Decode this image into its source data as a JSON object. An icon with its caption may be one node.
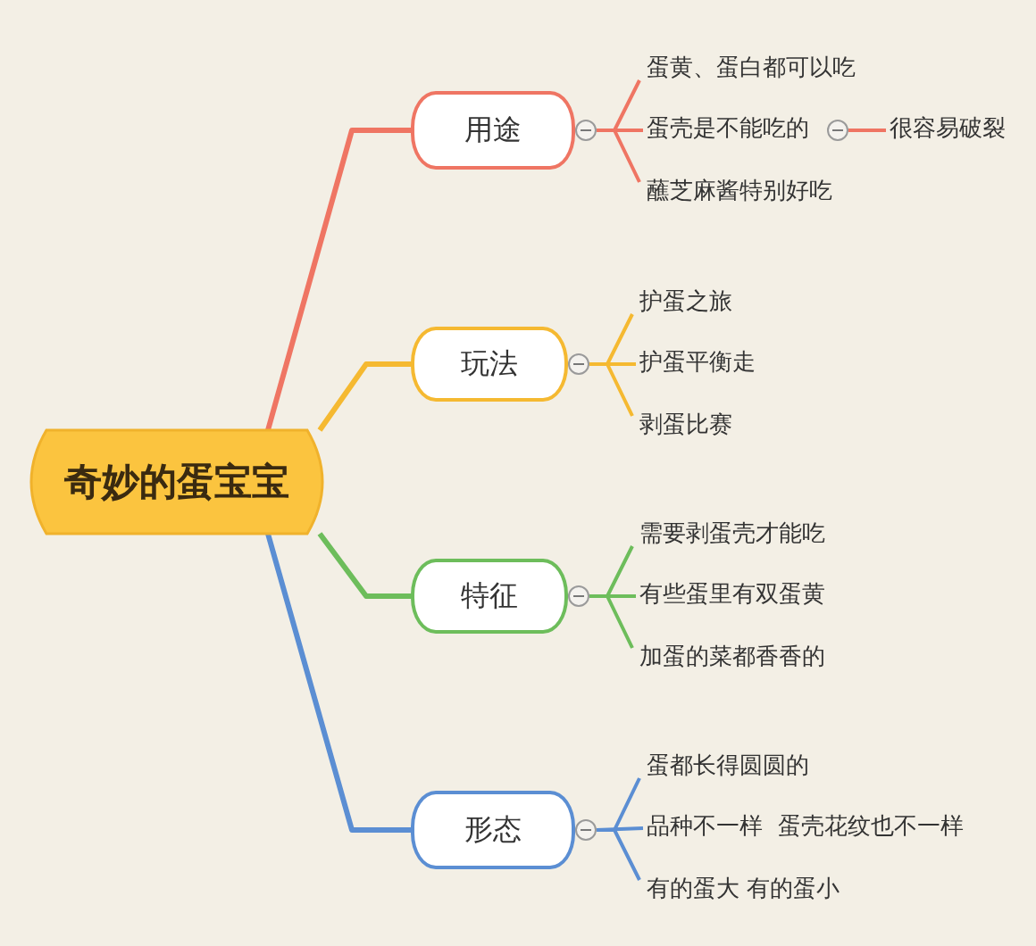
{
  "diagram": {
    "nodes": [
      {
        "text": [
          "奇妙的蛋宝宝"
        ]
      },
      {
        "text": [
          "用途"
        ]
      },
      {
        "text": [
          "蛋黄、蛋白都可以吃"
        ]
      },
      {
        "text": [
          "蛋壳是不能吃的"
        ]
      },
      {
        "text": [
          "很容易破裂"
        ]
      },
      {
        "text": [
          "蘸芝麻酱特别好吃"
        ]
      },
      {
        "text": [
          "玩法"
        ]
      },
      {
        "text": [
          "护蛋之旅"
        ]
      },
      {
        "text": [
          "护蛋平衡走"
        ]
      },
      {
        "text": [
          "剥蛋比赛"
        ]
      },
      {
        "text": [
          "特征"
        ]
      },
      {
        "text": [
          "需要剥蛋壳才能吃"
        ]
      },
      {
        "text": [
          "有些蛋里有双蛋黄"
        ]
      },
      {
        "text": [
          "加蛋的菜都香香的"
        ]
      },
      {
        "text": [
          "形态"
        ]
      },
      {
        "text": [
          "蛋都长得圆圆的"
        ]
      },
      {
        "text": [
          "品种不一样  蛋壳花纹也不一样"
        ]
      },
      {
        "text": [
          "有的蛋大 有的蛋小"
        ]
      }
    ],
    "edges": [
      {
        "from": 0,
        "to": 1,
        "arrow": "none",
        "color": "#ef7563"
      },
      {
        "from": 1,
        "to": 2,
        "arrow": "none",
        "color": "#ef7563"
      },
      {
        "from": 1,
        "to": 3,
        "arrow": "none",
        "color": "#ef7563"
      },
      {
        "from": 3,
        "to": 4,
        "arrow": "none",
        "color": "#ef7563"
      },
      {
        "from": 1,
        "to": 5,
        "arrow": "none",
        "color": "#ef7563"
      },
      {
        "from": 0,
        "to": 6,
        "arrow": "none",
        "color": "#f5b931"
      },
      {
        "from": 6,
        "to": 7,
        "arrow": "none",
        "color": "#f5b931"
      },
      {
        "from": 6,
        "to": 8,
        "arrow": "none",
        "color": "#f5b931"
      },
      {
        "from": 6,
        "to": 9,
        "arrow": "none",
        "color": "#f5b931"
      },
      {
        "from": 0,
        "to": 10,
        "arrow": "none",
        "color": "#6dbd5b"
      },
      {
        "from": 10,
        "to": 11,
        "arrow": "none",
        "color": "#6dbd5b"
      },
      {
        "from": 10,
        "to": 12,
        "arrow": "none",
        "color": "#6dbd5b"
      },
      {
        "from": 10,
        "to": 13,
        "arrow": "none",
        "color": "#6dbd5b"
      },
      {
        "from": 0,
        "to": 14,
        "arrow": "none",
        "color": "#5b8ed3"
      },
      {
        "from": 14,
        "to": 15,
        "arrow": "none",
        "color": "#5b8ed3"
      },
      {
        "from": 14,
        "to": 16,
        "arrow": "none",
        "color": "#5b8ed3"
      },
      {
        "from": 14,
        "to": 17,
        "arrow": "none",
        "color": "#5b8ed3"
      }
    ]
  }
}
